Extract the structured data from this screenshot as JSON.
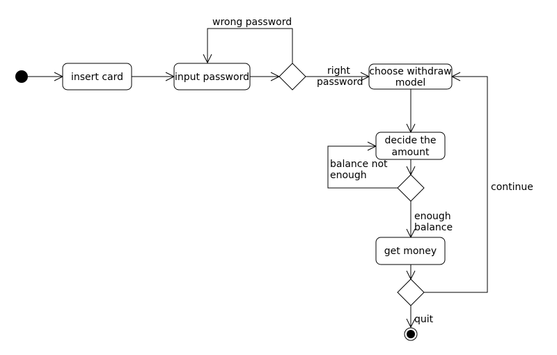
{
  "nodes": {
    "insert_card": "insert card",
    "input_password": "input password",
    "choose_withdraw": [
      "choose withdraw",
      "model"
    ],
    "decide_amount": [
      "decide the",
      "amount"
    ],
    "get_money": "get money"
  },
  "edges": {
    "wrong_password": "wrong password",
    "right_password": [
      "right",
      "password"
    ],
    "balance_not_enough": [
      "balance not",
      "enough"
    ],
    "enough_balance": [
      "enough",
      "balance"
    ],
    "continue": "continue",
    "quit": "quit"
  }
}
